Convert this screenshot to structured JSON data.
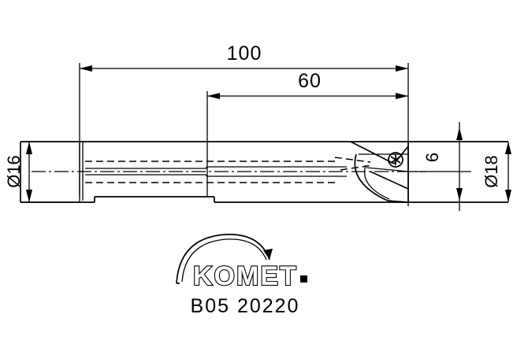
{
  "drawing": {
    "title": "KOMET indexable insert drill - technical drawing",
    "background_color": "#ffffff",
    "line_color": "#000000"
  },
  "dimensions": {
    "overall_length": {
      "label": "100",
      "name": "overall-length",
      "unit": "mm"
    },
    "flute_length": {
      "label": "60",
      "name": "flute-length",
      "unit": "mm"
    },
    "shank_diameter": {
      "label": "Ø16",
      "name": "shank-diameter",
      "unit": "mm"
    },
    "body_diameter": {
      "label": "Ø18",
      "name": "body-diameter",
      "unit": "mm"
    },
    "end_view_dimension": {
      "label": "6",
      "name": "end-view-dimension",
      "unit": "mm"
    }
  },
  "branding": {
    "logo_text": "KOMET",
    "logo_period": "▪",
    "part_number": "B05 20220"
  },
  "features": {
    "coolant_channel": "hidden-dashed-line",
    "centerline": "dash-dot-axis",
    "insert_screw": "torx-screw-head",
    "insert_pocket": "insert-seat-arc"
  }
}
